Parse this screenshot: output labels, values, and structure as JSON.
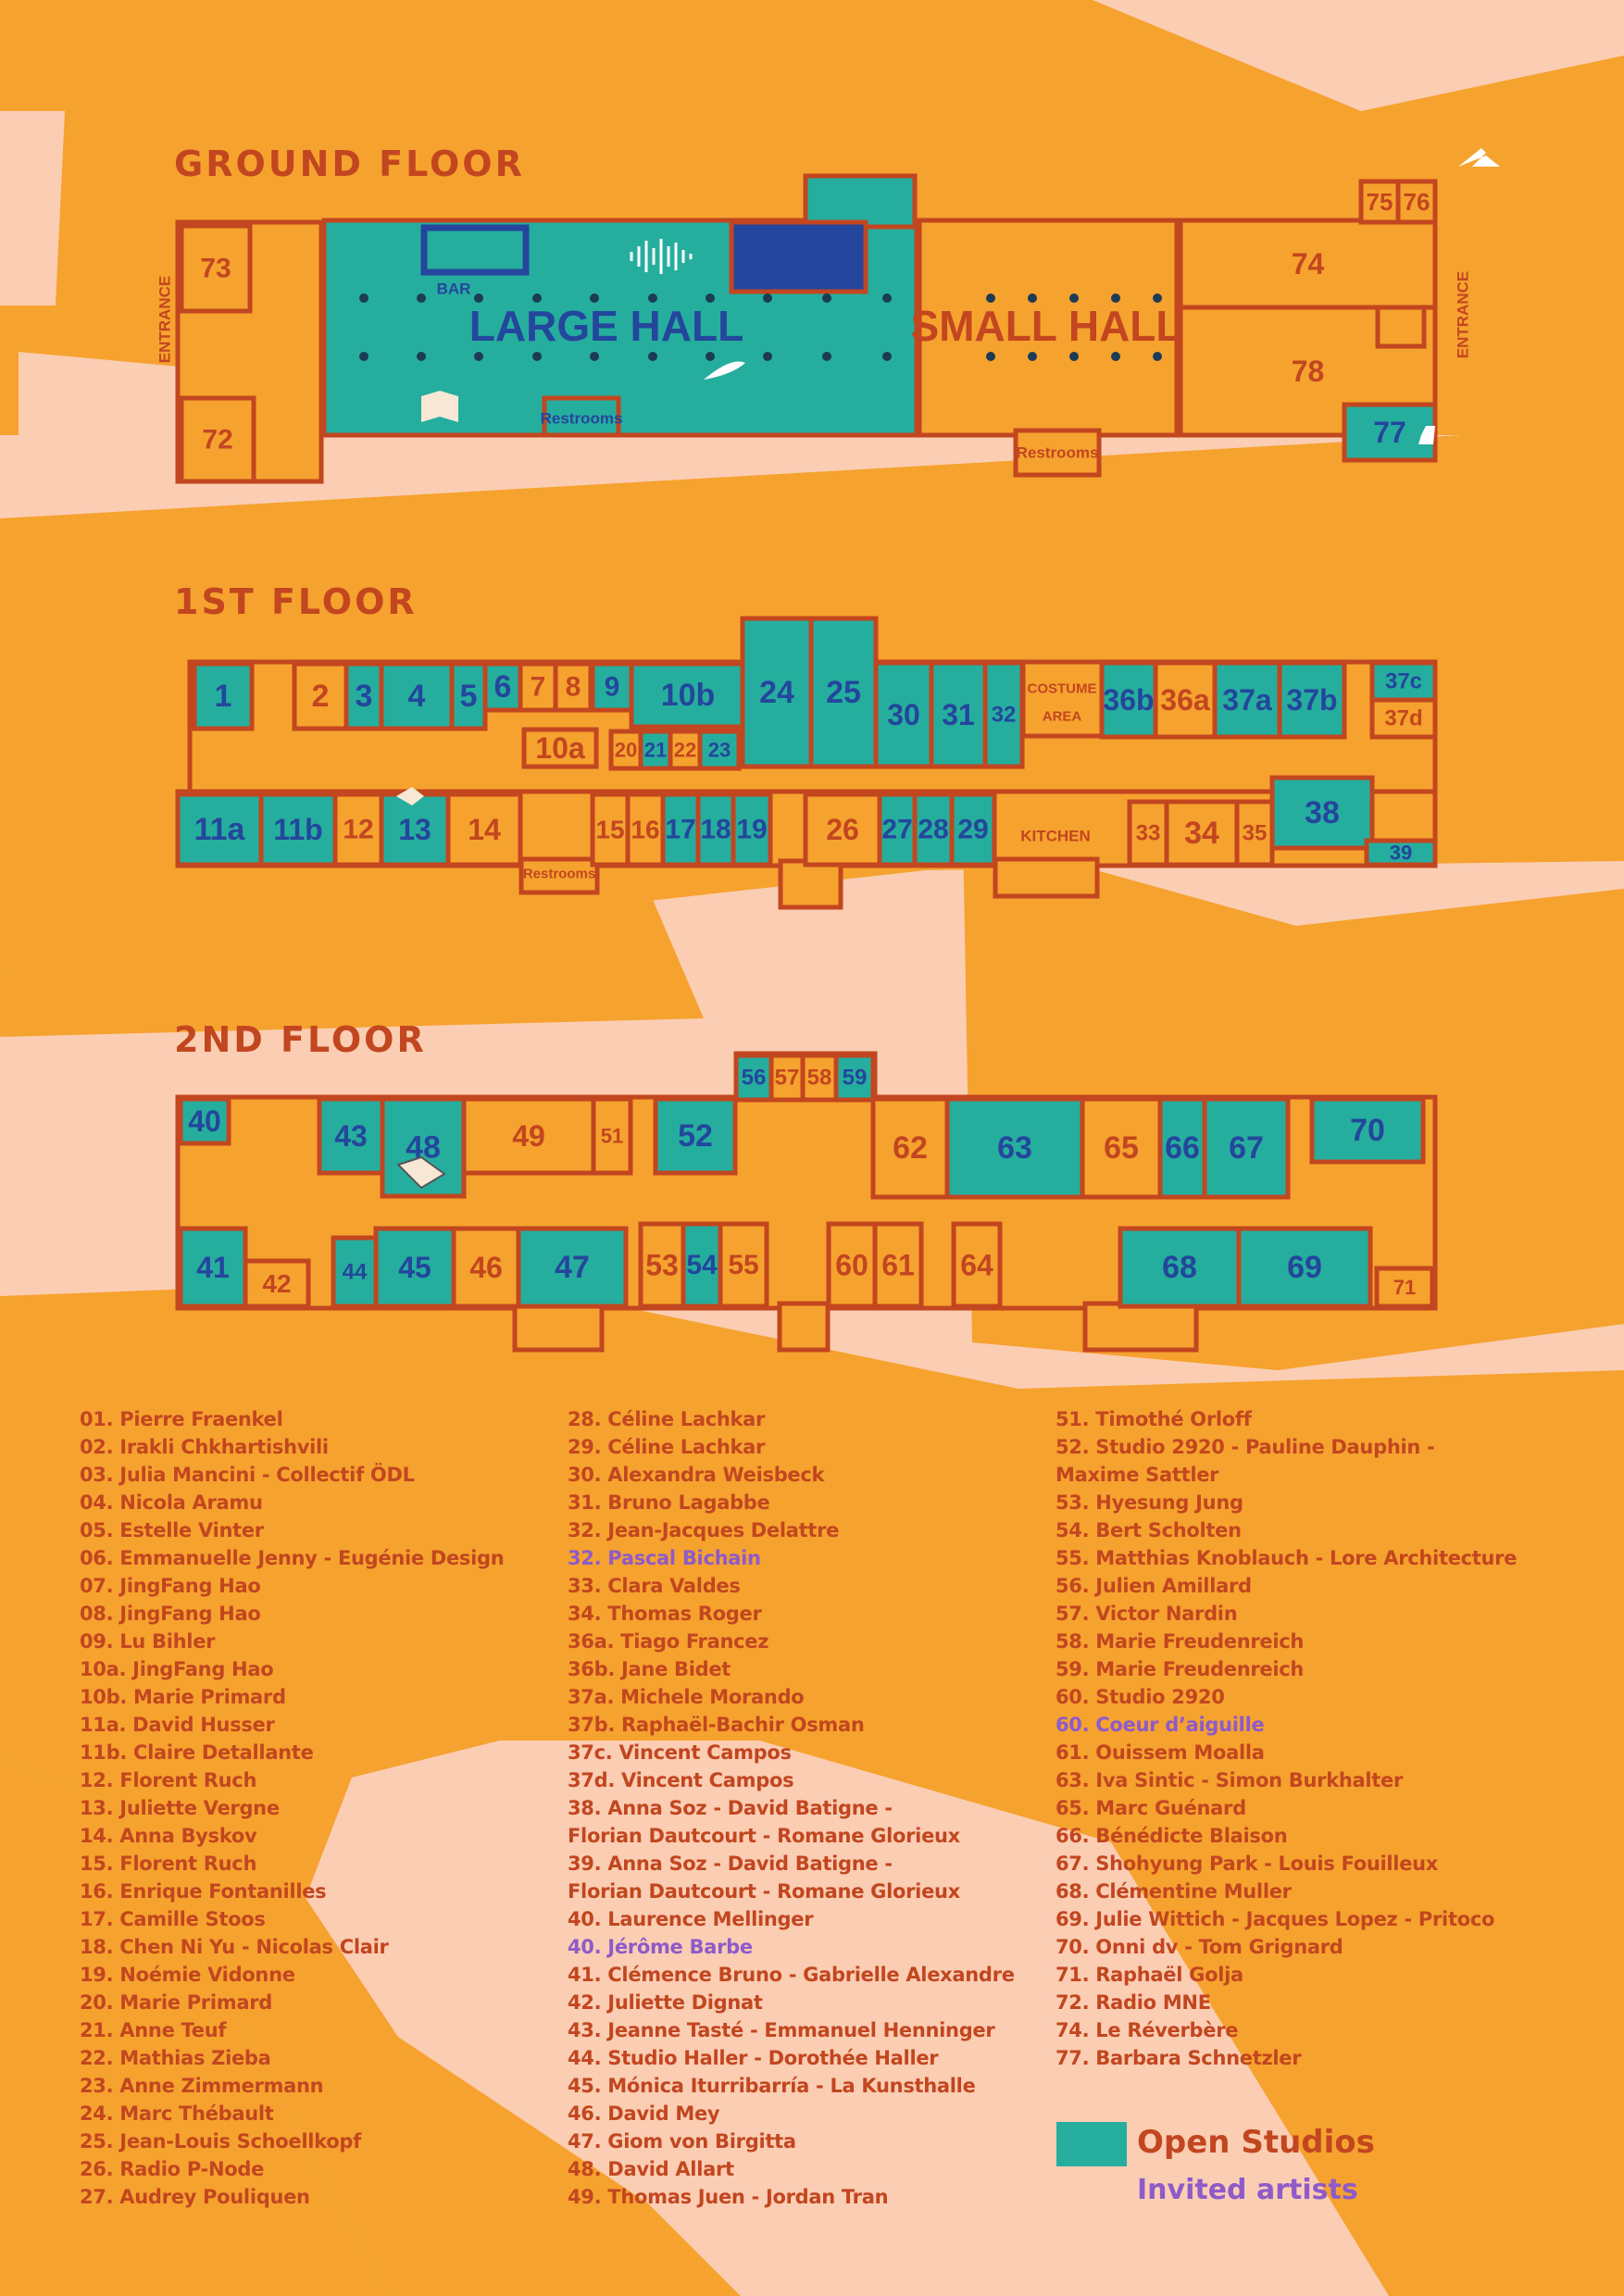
{
  "floors": {
    "ground": "GROUND FLOOR",
    "first": "1ST FLOOR",
    "second": "2ND FLOOR"
  },
  "labels": {
    "entrance": "ENTRANCE",
    "large_hall": "LARGE HALL",
    "small_hall": "SMALL HALL",
    "bar": "BAR",
    "restrooms": "Restrooms",
    "costume_area_1": "COSTUME",
    "costume_area_2": "AREA",
    "kitchen": "KITCHEN"
  },
  "colors": {
    "background": "#FBCDB3",
    "orange": "#F6A22F",
    "wall": "#C2461F",
    "open_studio": "#25AE9E",
    "label_blue": "#24469C",
    "invited": "#8E5BC9"
  },
  "rooms": {
    "ground": [
      {
        "n": "73",
        "c": "o"
      },
      {
        "n": "72",
        "c": "o"
      },
      {
        "n": "74",
        "c": "o"
      },
      {
        "n": "78",
        "c": "o"
      },
      {
        "n": "75",
        "c": "o"
      },
      {
        "n": "76",
        "c": "o"
      },
      {
        "n": "77",
        "c": "t"
      }
    ],
    "first": [
      {
        "n": "1",
        "c": "t"
      },
      {
        "n": "2",
        "c": "o"
      },
      {
        "n": "3",
        "c": "t"
      },
      {
        "n": "4",
        "c": "t"
      },
      {
        "n": "5",
        "c": "t"
      },
      {
        "n": "6",
        "c": "t"
      },
      {
        "n": "7",
        "c": "o"
      },
      {
        "n": "8",
        "c": "o"
      },
      {
        "n": "9",
        "c": "t"
      },
      {
        "n": "10b",
        "c": "t"
      },
      {
        "n": "10a",
        "c": "o"
      },
      {
        "n": "20",
        "c": "o"
      },
      {
        "n": "21",
        "c": "t"
      },
      {
        "n": "22",
        "c": "o"
      },
      {
        "n": "23",
        "c": "t"
      },
      {
        "n": "24",
        "c": "t"
      },
      {
        "n": "25",
        "c": "t"
      },
      {
        "n": "30",
        "c": "t"
      },
      {
        "n": "31",
        "c": "t"
      },
      {
        "n": "32",
        "c": "t"
      },
      {
        "n": "36b",
        "c": "t"
      },
      {
        "n": "36a",
        "c": "o"
      },
      {
        "n": "37a",
        "c": "t"
      },
      {
        "n": "37b",
        "c": "t"
      },
      {
        "n": "37c",
        "c": "t"
      },
      {
        "n": "37d",
        "c": "o"
      },
      {
        "n": "11a",
        "c": "t"
      },
      {
        "n": "11b",
        "c": "t"
      },
      {
        "n": "12",
        "c": "o"
      },
      {
        "n": "13",
        "c": "t"
      },
      {
        "n": "14",
        "c": "o"
      },
      {
        "n": "15",
        "c": "o"
      },
      {
        "n": "16",
        "c": "o"
      },
      {
        "n": "17",
        "c": "t"
      },
      {
        "n": "18",
        "c": "t"
      },
      {
        "n": "19",
        "c": "t"
      },
      {
        "n": "26",
        "c": "o"
      },
      {
        "n": "27",
        "c": "t"
      },
      {
        "n": "28",
        "c": "t"
      },
      {
        "n": "29",
        "c": "t"
      },
      {
        "n": "33",
        "c": "o"
      },
      {
        "n": "34",
        "c": "o"
      },
      {
        "n": "35",
        "c": "o"
      },
      {
        "n": "38",
        "c": "t"
      },
      {
        "n": "39",
        "c": "t"
      }
    ],
    "second": [
      {
        "n": "40",
        "c": "t"
      },
      {
        "n": "43",
        "c": "t"
      },
      {
        "n": "48",
        "c": "t"
      },
      {
        "n": "49",
        "c": "o"
      },
      {
        "n": "51",
        "c": "o"
      },
      {
        "n": "52",
        "c": "t"
      },
      {
        "n": "56",
        "c": "t"
      },
      {
        "n": "57",
        "c": "o"
      },
      {
        "n": "58",
        "c": "o"
      },
      {
        "n": "59",
        "c": "t"
      },
      {
        "n": "62",
        "c": "o"
      },
      {
        "n": "63",
        "c": "t"
      },
      {
        "n": "65",
        "c": "o"
      },
      {
        "n": "66",
        "c": "t"
      },
      {
        "n": "67",
        "c": "t"
      },
      {
        "n": "70",
        "c": "t"
      },
      {
        "n": "41",
        "c": "t"
      },
      {
        "n": "42",
        "c": "o"
      },
      {
        "n": "44",
        "c": "t"
      },
      {
        "n": "45",
        "c": "t"
      },
      {
        "n": "46",
        "c": "o"
      },
      {
        "n": "47",
        "c": "t"
      },
      {
        "n": "53",
        "c": "o"
      },
      {
        "n": "54",
        "c": "t"
      },
      {
        "n": "55",
        "c": "o"
      },
      {
        "n": "60",
        "c": "o"
      },
      {
        "n": "61",
        "c": "o"
      },
      {
        "n": "64",
        "c": "o"
      },
      {
        "n": "68",
        "c": "t"
      },
      {
        "n": "69",
        "c": "t"
      },
      {
        "n": "71",
        "c": "o"
      }
    ]
  },
  "directory": {
    "col1": [
      {
        "t": "01. Pierre Fraenkel"
      },
      {
        "t": "02. Irakli Chkhartishvili"
      },
      {
        "t": "03. Julia Mancini - Collectif ÖDL"
      },
      {
        "t": "04. Nicola Aramu"
      },
      {
        "t": "05. Estelle Vinter"
      },
      {
        "t": "06. Emmanuelle Jenny - Eugénie Design"
      },
      {
        "t": "07. JingFang Hao"
      },
      {
        "t": "08. JingFang Hao"
      },
      {
        "t": "09. Lu Bihler"
      },
      {
        "t": "10a. JingFang Hao"
      },
      {
        "t": "10b. Marie Primard"
      },
      {
        "t": "11a. David Husser"
      },
      {
        "t": "11b. Claire Detallante"
      },
      {
        "t": "12. Florent Ruch"
      },
      {
        "t": "13. Juliette Vergne"
      },
      {
        "t": "14. Anna Byskov"
      },
      {
        "t": "15. Florent Ruch"
      },
      {
        "t": "16. Enrique Fontanilles"
      },
      {
        "t": "17. Camille Stoos"
      },
      {
        "t": "18. Chen Ni Yu - Nicolas Clair"
      },
      {
        "t": "19. Noémie Vidonne"
      },
      {
        "t": "20. Marie Primard"
      },
      {
        "t": "21. Anne Teuf"
      },
      {
        "t": "22. Mathias Zieba"
      },
      {
        "t": "23. Anne Zimmermann"
      },
      {
        "t": "24. Marc Thébault"
      },
      {
        "t": "25. Jean-Louis Schoellkopf"
      },
      {
        "t": "26. Radio P-Node"
      },
      {
        "t": "27. Audrey Pouliquen"
      }
    ],
    "col2": [
      {
        "t": "28. Céline Lachkar"
      },
      {
        "t": "29. Céline Lachkar"
      },
      {
        "t": "30. Alexandra Weisbeck"
      },
      {
        "t": "31. Bruno Lagabbe"
      },
      {
        "t": "32. Jean-Jacques Delattre"
      },
      {
        "t": "32. Pascal Bichain",
        "inv": true
      },
      {
        "t": "33. Clara Valdes"
      },
      {
        "t": "34. Thomas Roger"
      },
      {
        "t": "36a. Tiago Francez"
      },
      {
        "t": "36b. Jane Bidet"
      },
      {
        "t": "37a. Michele Morando"
      },
      {
        "t": "37b. Raphaël-Bachir Osman"
      },
      {
        "t": "37c. Vincent Campos"
      },
      {
        "t": "37d. Vincent Campos"
      },
      {
        "t": "38. Anna Soz - David Batigne -"
      },
      {
        "t": "Florian Dautcourt - Romane Glorieux"
      },
      {
        "t": "39. Anna Soz - David Batigne -"
      },
      {
        "t": "Florian Dautcourt - Romane Glorieux"
      },
      {
        "t": "40. Laurence Mellinger"
      },
      {
        "t": "40. Jérôme Barbe",
        "inv": true
      },
      {
        "t": "41. Clémence Bruno - Gabrielle Alexandre"
      },
      {
        "t": "42. Juliette Dignat"
      },
      {
        "t": "43. Jeanne Tasté - Emmanuel Henninger"
      },
      {
        "t": "44. Studio Haller - Dorothée Haller"
      },
      {
        "t": "45. Mónica Iturribarría - La Kunsthalle"
      },
      {
        "t": "46. David Mey"
      },
      {
        "t": "47. Giom von Birgitta"
      },
      {
        "t": "48. David Allart"
      },
      {
        "t": "49. Thomas Juen - Jordan Tran"
      }
    ],
    "col3": [
      {
        "t": "51. Timothé Orloff"
      },
      {
        "t": "52. Studio 2920 - Pauline Dauphin -"
      },
      {
        "t": "Maxime Sattler"
      },
      {
        "t": "53. Hyesung Jung"
      },
      {
        "t": "54. Bert Scholten"
      },
      {
        "t": "55. Matthias Knoblauch - Lore Architecture"
      },
      {
        "t": "56. Julien Amillard"
      },
      {
        "t": "57. Victor Nardin"
      },
      {
        "t": "58. Marie Freudenreich"
      },
      {
        "t": "59. Marie Freudenreich"
      },
      {
        "t": "60. Studio 2920"
      },
      {
        "t": "60. Coeur d’aiguille",
        "inv": true
      },
      {
        "t": "61. Ouissem Moalla"
      },
      {
        "t": "63. Iva Sintic - Simon Burkhalter"
      },
      {
        "t": "65. Marc Guénard"
      },
      {
        "t": "66. Bénédicte Blaison"
      },
      {
        "t": "67. Shohyung Park - Louis Fouilleux"
      },
      {
        "t": "68. Clémentine Muller"
      },
      {
        "t": "69. Julie Wittich - Jacques Lopez - Pritoco"
      },
      {
        "t": "70. Onni dv - Tom Grignard"
      },
      {
        "t": "71. Raphaël Golja"
      },
      {
        "t": "72. Radio MNE"
      },
      {
        "t": "74. Le Réverbère"
      },
      {
        "t": "77. Barbara Schnetzler"
      }
    ]
  },
  "legend": {
    "open_studios": "Open Studios",
    "invited_artists": "Invited artists"
  }
}
